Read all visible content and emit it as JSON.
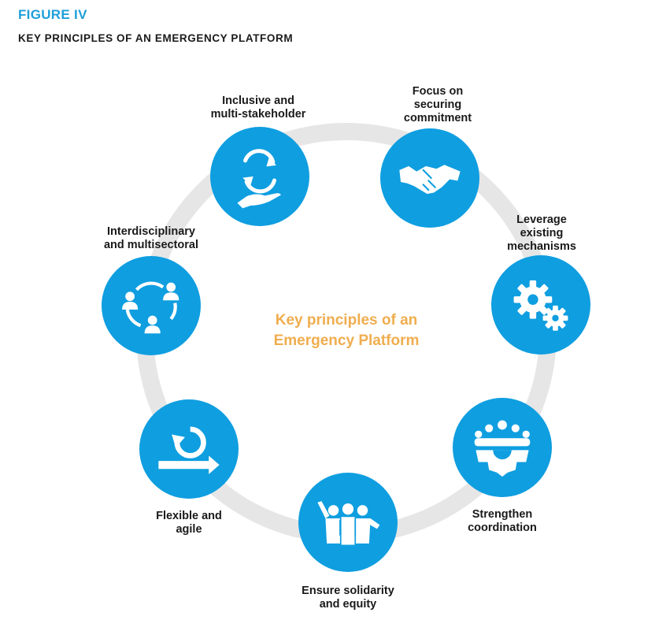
{
  "figure": {
    "label": "FIGURE IV",
    "title": "KEY PRINCIPLES OF AN EMERGENCY PLATFORM"
  },
  "center": {
    "lines": [
      "Key principles of an",
      "Emergency Platform"
    ],
    "color": "#f0ad4e"
  },
  "colors": {
    "circle_fill": "#0f9ee0",
    "ring": "#e6e6e6",
    "icon": "#ffffff"
  },
  "principles": [
    {
      "icon": "cycle-hand-icon",
      "lines": [
        "Inclusive and",
        "multi-stakeholder"
      ]
    },
    {
      "icon": "handshake-icon",
      "lines": [
        "Focus on",
        "securing",
        "commitment"
      ]
    },
    {
      "icon": "gears-icon",
      "lines": [
        "Leverage",
        "existing",
        "mechanisms"
      ]
    },
    {
      "icon": "team-gear-icon",
      "lines": [
        "Strengthen",
        "coordination"
      ]
    },
    {
      "icon": "group-people-icon",
      "lines": [
        "Ensure solidarity",
        "and equity"
      ]
    },
    {
      "icon": "agile-loop-icon",
      "lines": [
        "Flexible and",
        "agile"
      ]
    },
    {
      "icon": "connected-people-icon",
      "lines": [
        "Interdisciplinary",
        "and multisectoral"
      ]
    }
  ]
}
